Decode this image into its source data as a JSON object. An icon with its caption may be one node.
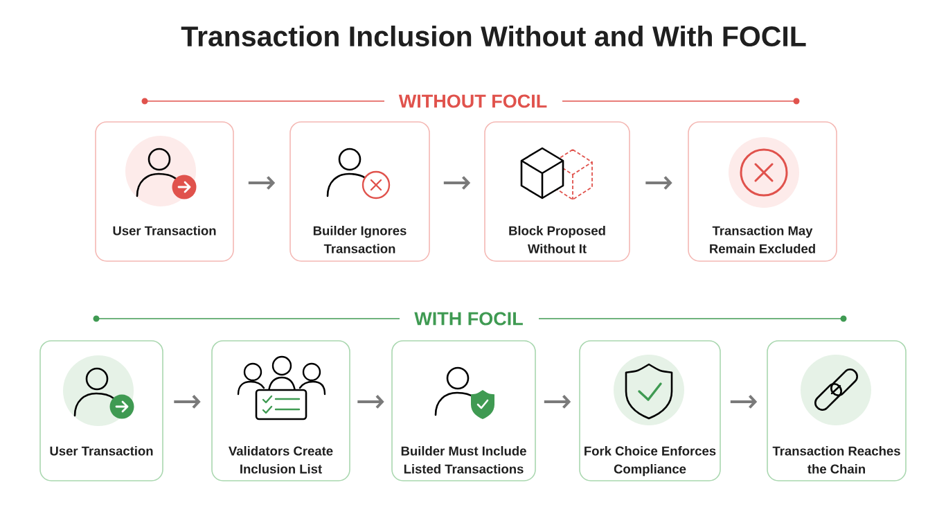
{
  "diagram": {
    "title": "Transaction Inclusion Without and With FOCIL",
    "nodes": [
      {
        "text": [
          "User Transaction"
        ]
      },
      {
        "text": [
          "Builder Ignores Transaction"
        ]
      },
      {
        "text": [
          "Block Proposed Without It"
        ]
      },
      {
        "text": [
          "Transaction May Remain Excluded"
        ]
      },
      {
        "text": [
          "User Transaction"
        ]
      },
      {
        "text": [
          "Validators Create Inclusion List"
        ]
      },
      {
        "text": [
          "Builder Must Include Listed Transactions"
        ]
      },
      {
        "text": [
          "Fork Choice Enforces Compliance"
        ]
      },
      {
        "text": [
          "Transaction Reaches the Chain"
        ]
      }
    ],
    "edges": [
      {
        "from": 0,
        "to": 1,
        "arrow": "to"
      },
      {
        "from": 1,
        "to": 2,
        "arrow": "to"
      },
      {
        "from": 2,
        "to": 3,
        "arrow": "to"
      },
      {
        "from": 4,
        "to": 5,
        "arrow": "to"
      },
      {
        "from": 5,
        "to": 6,
        "arrow": "to"
      },
      {
        "from": 6,
        "to": 7,
        "arrow": "to"
      },
      {
        "from": 7,
        "to": 8,
        "arrow": "to"
      }
    ],
    "labels": [
      "WITHOUT FOCIL",
      "WITH FOCIL"
    ]
  }
}
